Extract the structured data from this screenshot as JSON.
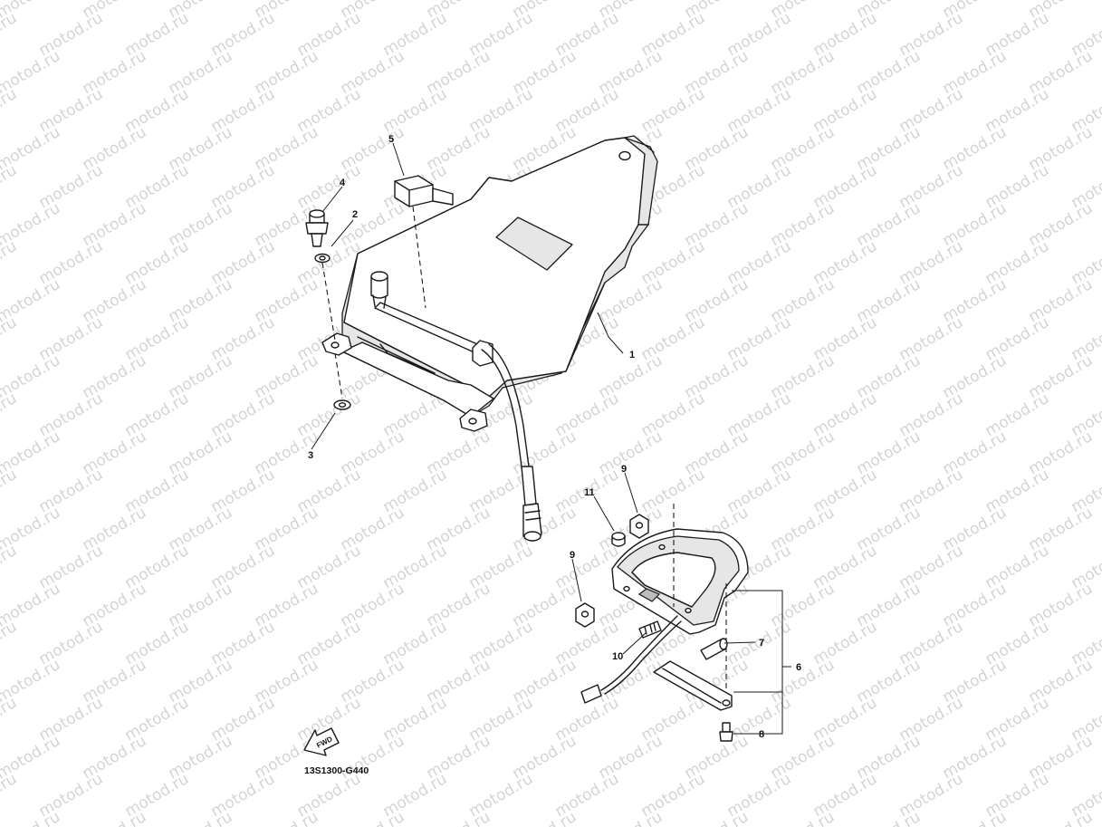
{
  "watermark": {
    "text": "motod.ru"
  },
  "diagram": {
    "code": "13S1300-G440",
    "fwd_arrow_label": "FWD",
    "callouts": [
      {
        "id": "1",
        "label": "1"
      },
      {
        "id": "2",
        "label": "2"
      },
      {
        "id": "3",
        "label": "3"
      },
      {
        "id": "4",
        "label": "4"
      },
      {
        "id": "5",
        "label": "5"
      },
      {
        "id": "6",
        "label": "6"
      },
      {
        "id": "7",
        "label": "7"
      },
      {
        "id": "8",
        "label": "8"
      },
      {
        "id": "9a",
        "label": "9"
      },
      {
        "id": "9b",
        "label": "9"
      },
      {
        "id": "10",
        "label": "10"
      },
      {
        "id": "11",
        "label": "11"
      }
    ]
  }
}
